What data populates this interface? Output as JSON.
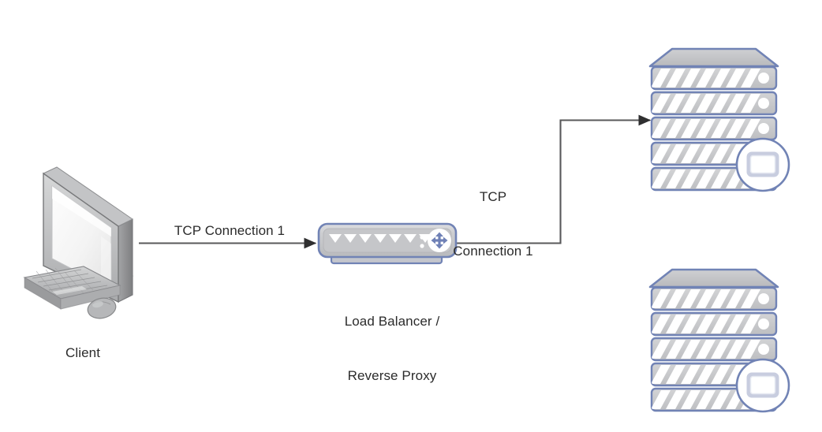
{
  "diagram": {
    "title": "Load balancer TCP connection flow",
    "type": "network-architecture",
    "background_color": "#ffffff",
    "nodes": [
      {
        "id": "client",
        "label": "Client",
        "icon": "desktop-computer-icon",
        "parts": [
          "monitor",
          "keyboard",
          "mouse",
          "stand"
        ]
      },
      {
        "id": "load-balancer",
        "label_line1": "Load Balancer /",
        "label_line2": "Reverse Proxy",
        "icon": "network-switch-icon",
        "port_count": 8,
        "status_dot_count": 2,
        "badge_icon": "four-way-arrow-icon"
      },
      {
        "id": "server-top",
        "label": "",
        "icon": "server-rack-icon",
        "slat_count": 5,
        "stripes_per_slat": 7,
        "led_count": 3,
        "badge_icon": "monitor-badge-icon"
      },
      {
        "id": "server-bottom",
        "label": "",
        "icon": "server-rack-icon",
        "slat_count": 5,
        "stripes_per_slat": 7,
        "led_count": 3,
        "badge_icon": "monitor-badge-icon"
      }
    ],
    "edges": [
      {
        "id": "client-to-lb",
        "label": "TCP Connection 1",
        "from": "client",
        "to": "load-balancer",
        "arrow": "end",
        "style": "straight"
      },
      {
        "id": "lb-to-server-top",
        "label_line1": "TCP",
        "label_line2": "Connection 1",
        "from": "load-balancer",
        "to": "server-top",
        "arrow": "end",
        "style": "orthogonal"
      }
    ],
    "colors": {
      "line": "#58585a",
      "text": "#2b2b2b",
      "rack_border": "#7183b5",
      "rack_fill": "#c8c9cb",
      "rack_top_fill": "#c0c2c4",
      "device_border": "#8492c0",
      "device_fill": "#c9cacc",
      "badge_fill": "#ffffff",
      "badge_icon": "#6f81b6",
      "monitor_gray": "#b6b7b9",
      "monitor_dark": "#8a8b8d"
    }
  }
}
